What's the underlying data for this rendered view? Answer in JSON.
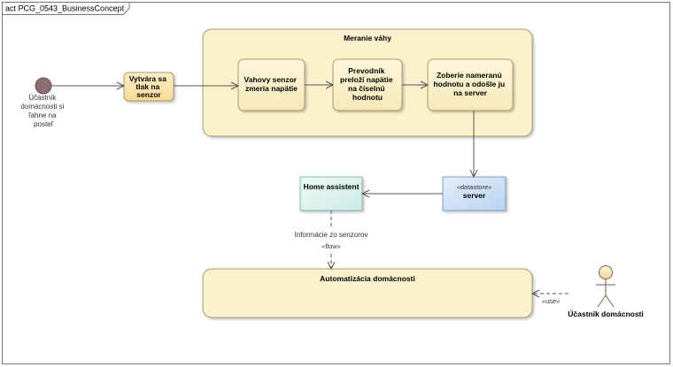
{
  "frame": {
    "title": "act PCG_0543_BusinessConcept"
  },
  "start_node": {
    "label_lines": [
      "Účastník",
      "domácnosti si",
      "ľahne na",
      "posteľ"
    ]
  },
  "pressure_action": {
    "label_lines": [
      "Vytvára sa",
      "tlak na",
      "senzor"
    ]
  },
  "measurement_region": {
    "title": "Meranie váhy",
    "actions": [
      {
        "lines": [
          "Vahovy senzor",
          "zmeria napätie"
        ]
      },
      {
        "lines": [
          "Prevodník",
          "preloží napätie",
          "na číselnú",
          "hodnotu"
        ]
      },
      {
        "lines": [
          "Zoberie nameranú",
          "hodnotu a odošle ju",
          "na server"
        ]
      }
    ]
  },
  "server": {
    "stereotype": "«datastore»",
    "name": "server"
  },
  "home_assistent": {
    "name": "Home assistent"
  },
  "flow": {
    "label": "Informácie zo senzorov",
    "stereotype": "«flow»"
  },
  "automation": {
    "title": "Automatizácia domácnosti"
  },
  "use_link": {
    "stereotype": "«use»"
  },
  "actor": {
    "name": "Účastník domácnosti"
  },
  "colors": {
    "action_fill": "#fdf3d0",
    "action_stroke": "#a89a6c",
    "region_fill": "#fbf1cd",
    "server_fill": "#cfe2f7",
    "home_fill": "#dff3ef",
    "start_fill": "#8c6e6e",
    "line": "#555555"
  }
}
